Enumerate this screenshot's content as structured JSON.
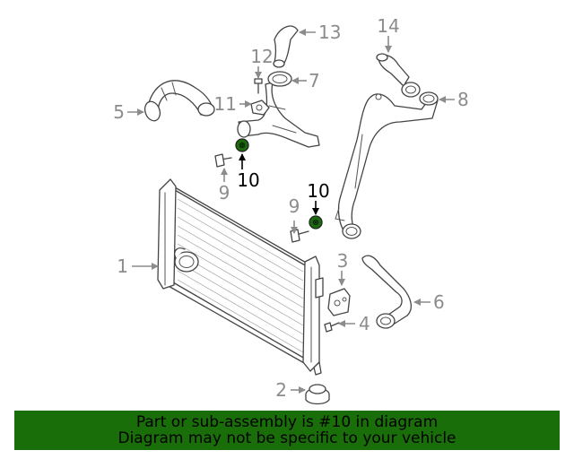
{
  "callouts": {
    "c1": "1",
    "c2": "2",
    "c3": "3",
    "c4": "4",
    "c5": "5",
    "c6": "6",
    "c7": "7",
    "c8": "8",
    "c9a": "9",
    "c9b": "9",
    "c10a": "10",
    "c10b": "10",
    "c11": "11",
    "c12": "12",
    "c13": "13",
    "c14": "14"
  },
  "highlighted_part": "10",
  "colors": {
    "highlight": "#1a6e0a",
    "label": "#8c8c8c",
    "highlight_label": "#000000"
  },
  "banner": {
    "line1": "Part or sub-assembly is #10 in diagram",
    "line2": "Diagram may not be specific to your vehicle"
  }
}
